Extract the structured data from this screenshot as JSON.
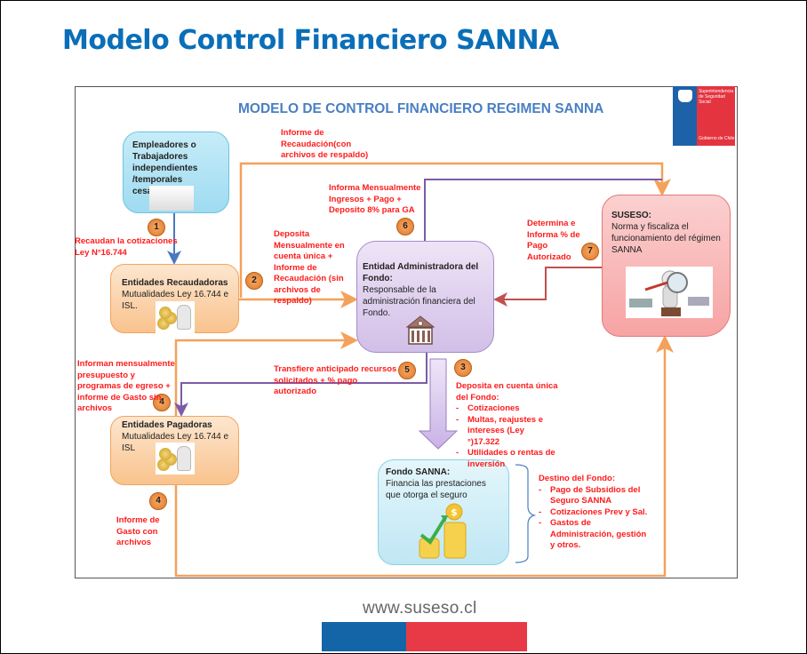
{
  "slide": {
    "title": "Modelo Control Financiero SANNA",
    "website": "www.suseso.cl"
  },
  "diagram": {
    "title": "MODELO DE CONTROL FINANCIERO REGIMEN SANNA",
    "logo": {
      "org_line1": "Superintendencia",
      "org_line2": "de Seguridad",
      "org_line3": "Social",
      "gov": "Gobierno de Chile"
    },
    "nodes": {
      "empleadores": {
        "text": "Empleadores o Trabajadores independientes /temporales cesantes:",
        "icon": "desk-icon"
      },
      "recaudadoras": {
        "title": "Entidades Recaudadoras",
        "text": "Mutualidades  Ley 16.744  e ISL.",
        "icon": "coins-person-icon"
      },
      "pagadoras": {
        "title": "Entidades Pagadoras",
        "text": "Mutualidades  Ley 16.744  e ISL",
        "icon": "coins-person-icon"
      },
      "entidad": {
        "title": "Entidad Administradora del Fondo:",
        "text": "Responsable  de la administración financiera del Fondo.",
        "icon": "bank-icon"
      },
      "suseso": {
        "title": "SUSESO:",
        "text": "Norma y fiscaliza el funcionamiento  del régimen SANNA",
        "icon": "magnifier-inspection-icon"
      },
      "fondo": {
        "title": "Fondo SANNA:",
        "text": "Financia las prestaciones  que otorga el seguro",
        "icon": "coins-growth-icon"
      }
    },
    "steps": [
      "1",
      "2",
      "3",
      "4",
      "5",
      "6",
      "7",
      "4"
    ],
    "labels": {
      "informe_recaudacion": "Informe de Recaudación(con archivos de respaldo)",
      "informa_mensualmente": "Informa Mensualmente Ingresos + Pago + Deposito 8% para GA",
      "recaudan": "Recaudan la cotizaciones Ley N°16.744",
      "deposita_mensualmente": "Deposita Mensualmente en cuenta única  + Informe de Recaudación (sin archivos de respaldo)",
      "determina": "Determina e Informa % de Pago Autorizado",
      "informan_presupuesto": "Informan mensualmente presupuesto y programas de egreso + informe  de Gasto sin archivos",
      "transfiere": "Transfiere  anticipado recursos solicitados + % pago autorizado",
      "deposita_fondo": {
        "heading": "Deposita en cuenta única del Fondo:",
        "items": [
          "Cotizaciones",
          "Multas, reajustes e intereses (Ley °)17.322",
          "Utilidades  o rentas de inversión"
        ]
      },
      "informe_gasto": "Informe de Gasto  con archivos",
      "destino": {
        "heading": "Destino del Fondo:",
        "items": [
          "Pago de Subsidios del Seguro SANNA",
          "Cotizaciones Prev y Sal.",
          "Gastos de Administración,  gestión y otros."
        ]
      }
    },
    "colors": {
      "orange_arrow": "#f4a15a",
      "purple_arrow": "#7d5ba6",
      "blue_arrow": "#4a78c0",
      "red_arrow": "#c0504d",
      "label_red": "#ff1a1a",
      "title_blue": "#0a6eb8"
    }
  }
}
